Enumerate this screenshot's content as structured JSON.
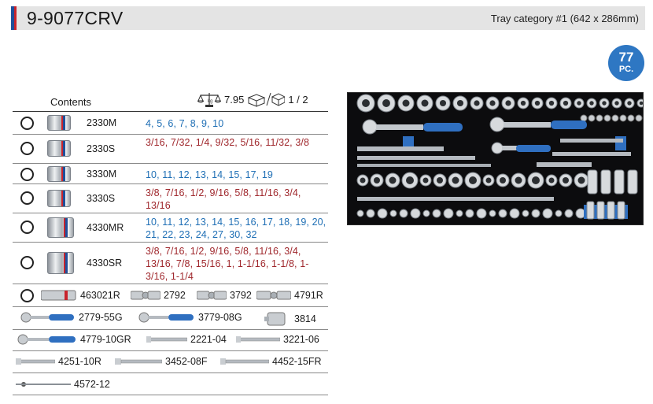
{
  "header": {
    "model": "9-9077CRV",
    "tray_category": "Tray category #1 (642 x 286mm)"
  },
  "badge": {
    "count": "77",
    "unit": "PC."
  },
  "contents": {
    "label": "Contents",
    "weight": "7.95",
    "pack": "1 / 2"
  },
  "socket_rows": [
    {
      "part": "2330M",
      "sizes": "4, 5, 6, 7, 8, 9, 10",
      "system": "metric"
    },
    {
      "part": "2330S",
      "sizes": "3/16, 7/32, 1/4, 9/32, 5/16, 11/32, 3/8",
      "system": "imperial"
    },
    {
      "part": "3330M",
      "sizes": "10, 11, 12, 13, 14, 15, 17, 19",
      "system": "metric"
    },
    {
      "part": "3330S",
      "sizes": "3/8, 7/16, 1/2, 9/16, 5/8, 11/16, 3/4, 13/16",
      "system": "imperial"
    },
    {
      "part": "4330MR",
      "sizes": "10, 11, 12, 13, 14, 15, 16, 17, 18, 19, 20, 21, 22, 23, 24, 27, 30, 32",
      "system": "metric"
    },
    {
      "part": "4330SR",
      "sizes": "3/8, 7/16, 1/2, 9/16, 5/8, 11/16, 3/4, 13/16, 7/8, 15/16, 1, 1-1/16, 1-1/8, 1-3/16, 1-1/4",
      "system": "imperial"
    }
  ],
  "tool_rows": {
    "row1": [
      "463021R",
      "2792",
      "3792",
      "4791R"
    ],
    "row2": [
      "2779-55G",
      "3779-08G",
      "3814"
    ],
    "row3": [
      "4779-10GR",
      "2221-04",
      "3221-06"
    ],
    "row4": [
      "4251-10R",
      "3452-08F",
      "4452-15FR"
    ],
    "row5": [
      "4572-12"
    ]
  },
  "colors": {
    "metric_text": "#1f6fb5",
    "imperial_text": "#a0282d",
    "badge": "#2e77c3",
    "brand_red": "#c8232c",
    "brand_blue": "#1f4f9a",
    "tray": "#0c0c0e"
  },
  "icons": {
    "weight": "scale-icon",
    "pack": "box-icon"
  }
}
